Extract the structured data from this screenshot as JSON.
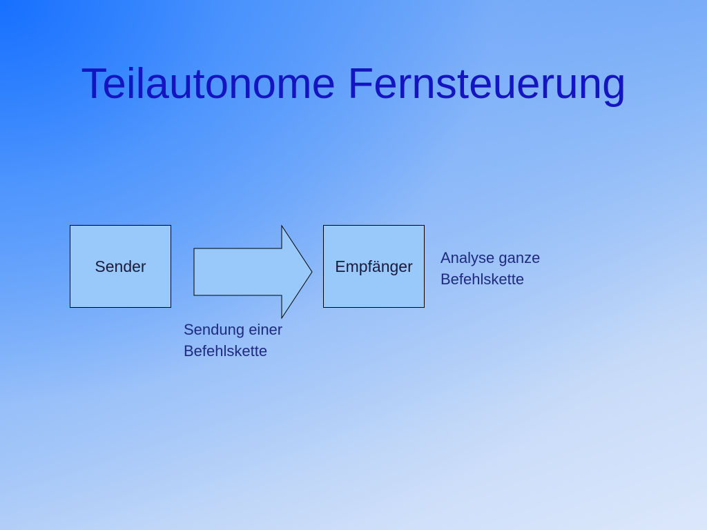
{
  "slide": {
    "title": "Teilautonome Fernsteuerung"
  },
  "diagram": {
    "sender": {
      "label": "Sender"
    },
    "receiver": {
      "label": "Empfänger"
    },
    "transmission_label": {
      "line1": "Sendung einer",
      "line2": "Befehlskette"
    },
    "analysis_label": {
      "line1": "Analyse ganze",
      "line2": "Befehlskette"
    }
  },
  "colors": {
    "title": "#1414c0",
    "box_fill": "#99c9fb",
    "text": "#1e2a80"
  }
}
